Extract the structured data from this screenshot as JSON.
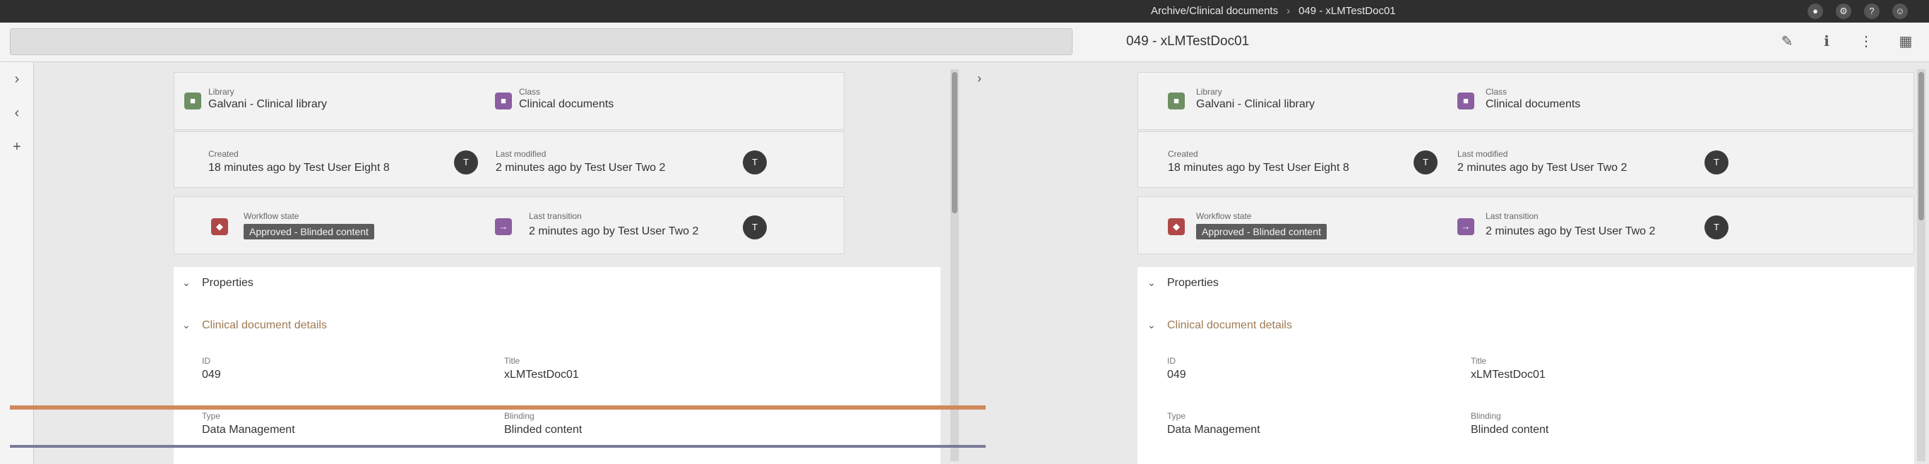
{
  "topbar": {
    "breadcrumb": [
      "Archive/Clinical documents",
      "049 - xLMTestDoc01"
    ],
    "icons": [
      "user-group-icon",
      "settings-icon",
      "help-icon",
      "account-icon"
    ]
  },
  "subbar": {
    "document_title": "049 - xLMTestDoc01",
    "tools": [
      "edit-icon",
      "info-icon",
      "more-icon",
      "layout-icon"
    ]
  },
  "rail": [
    "expand-icon",
    "collapse-icon",
    "add-icon"
  ],
  "left_pane": {
    "library_label": "Library",
    "library_value": "Galvani - Clinical library",
    "class_label": "Class",
    "class_value": "Clinical documents",
    "created_label": "Created",
    "created_value": "18 minutes ago by Test User Eight 8",
    "created_avatar": "T",
    "modified_label": "Last modified",
    "modified_value": "2 minutes ago by Test User Two 2",
    "modified_avatar": "T",
    "workflow_label": "Workflow state",
    "workflow_value": "Approved - Blinded content",
    "transition_label": "Last transition",
    "transition_value": "2 minutes ago by Test User Two 2",
    "transition_avatar": "T",
    "properties_heading": "Properties",
    "details_heading": "Clinical document details",
    "id_label": "ID",
    "id_value": "049",
    "title_label": "Title",
    "title_value": "xLMTestDoc01",
    "type_label": "Type",
    "type_value": "Data Management",
    "blinding_label": "Blinding",
    "blinding_value": "Blinded content"
  },
  "right_pane": {
    "library_label": "Library",
    "library_value": "Galvani - Clinical library",
    "class_label": "Class",
    "class_value": "Clinical documents",
    "created_label": "Created",
    "created_value": "18 minutes ago by Test User Eight 8",
    "created_avatar": "T",
    "modified_label": "Last modified",
    "modified_value": "2 minutes ago by Test User Two 2",
    "modified_avatar": "T",
    "workflow_label": "Workflow state",
    "workflow_value": "Approved - Blinded content",
    "transition_label": "Last transition",
    "transition_value": "2 minutes ago by Test User Two 2",
    "transition_avatar": "T",
    "properties_heading": "Properties",
    "details_heading": "Clinical document details",
    "id_label": "ID",
    "id_value": "049",
    "title_label": "Title",
    "title_value": "xLMTestDoc01",
    "type_label": "Type",
    "type_value": "Data Management",
    "blinding_label": "Blinding",
    "blinding_value": "Blinded content"
  },
  "colors": {
    "topbar": "#2f2f2f",
    "accent_heading": "#a07a54",
    "badge": "#5d5d5d"
  }
}
